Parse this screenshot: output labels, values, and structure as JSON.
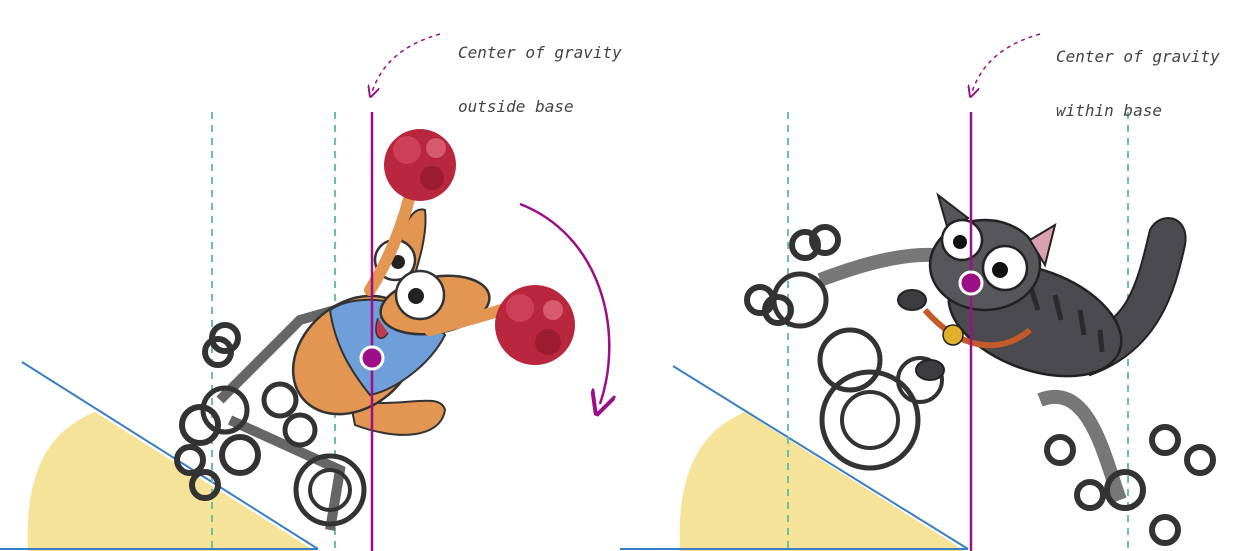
{
  "panels": [
    {
      "id": "left",
      "caption_line1": "Center of gravity",
      "caption_line2": "outside base",
      "character": "kangaroo-cheerleader",
      "state": "tipping-over",
      "rotation_arrow": "clockwise"
    },
    {
      "id": "right",
      "caption_line1": "Center of gravity",
      "caption_line2": "within base",
      "character": "striped-cat",
      "state": "stable"
    }
  ],
  "colors": {
    "gravity_line": "#9c0f86",
    "base_lines": "#6cc0a4",
    "slope": "#3a7fc4",
    "hill": "#f6e39a",
    "pompom": "#b8273e",
    "kangaroo": "#e39552",
    "shirt": "#6f9fd8",
    "cat": "#4b4b4f",
    "frame": "#333333"
  }
}
